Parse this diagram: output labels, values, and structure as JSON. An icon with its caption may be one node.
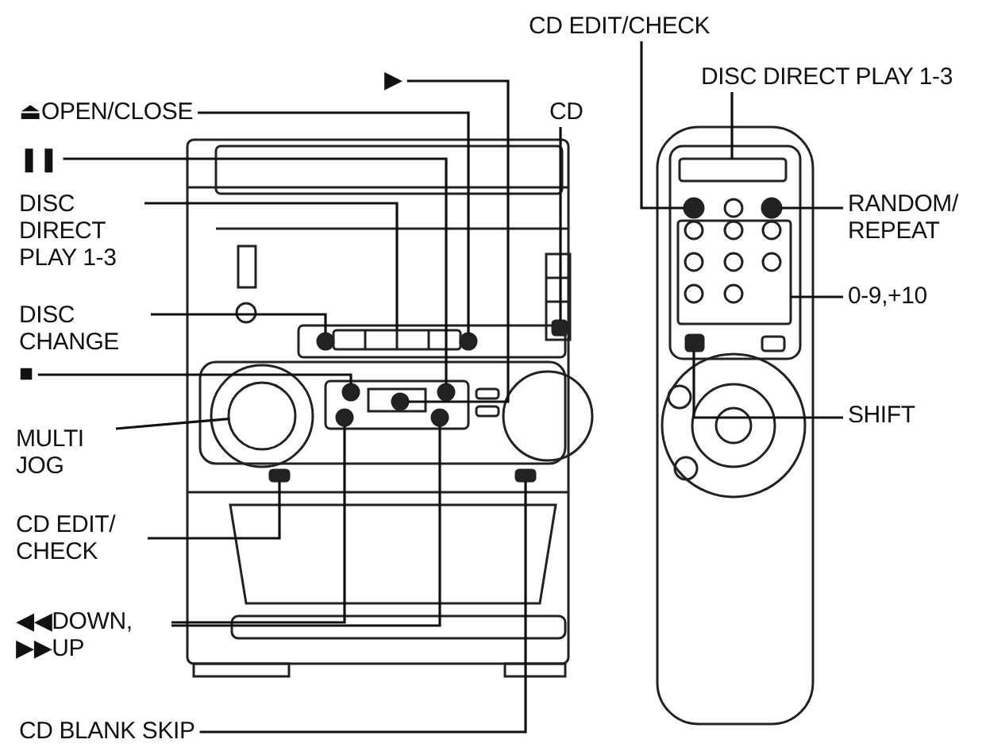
{
  "diagram": {
    "nodes": [
      {
        "text": [
          "⏏OPEN/CLOSE"
        ]
      },
      {
        "text": [
          "▶"
        ]
      },
      {
        "text": [
          "❚❚"
        ]
      },
      {
        "text": [
          "DISC DIRECT PLAY 1-3"
        ]
      },
      {
        "text": [
          "DISC CHANGE"
        ]
      },
      {
        "text": [
          "■"
        ]
      },
      {
        "text": [
          "MULTI JOG"
        ]
      },
      {
        "text": [
          "CD EDIT/ CHECK"
        ]
      },
      {
        "text": [
          "◀◀DOWN, ▶▶UP"
        ]
      },
      {
        "text": [
          "CD BLANK SKIP"
        ]
      },
      {
        "text": [
          "CD"
        ]
      },
      {
        "text": [
          "CD EDIT/CHECK"
        ]
      },
      {
        "text": [
          "DISC DIRECT PLAY 1-3"
        ]
      },
      {
        "text": [
          "RANDOM/ REPEAT"
        ]
      },
      {
        "text": [
          "0-9,+10"
        ]
      },
      {
        "text": [
          "SHIFT"
        ]
      },
      {
        "text": [],
        "shape": "circle"
      },
      {
        "text": [],
        "shape": "circle"
      },
      {
        "text": [],
        "shape": "circle"
      },
      {
        "text": [],
        "shape": "box"
      },
      {
        "text": [],
        "shape": "circle"
      },
      {
        "text": [],
        "shape": "circle"
      },
      {
        "text": [],
        "shape": "circle"
      },
      {
        "text": [],
        "shape": "box"
      },
      {
        "text": [],
        "shape": "circle"
      },
      {
        "text": [],
        "shape": "circle"
      },
      {
        "text": [],
        "shape": "box"
      },
      {
        "text": [],
        "shape": "box"
      },
      {
        "text": [],
        "shape": "circle"
      },
      {
        "text": [],
        "shape": "box"
      },
      {
        "text": [],
        "shape": "circle"
      },
      {
        "text": [],
        "shape": "box"
      },
      {
        "text": [],
        "shape": "box"
      }
    ],
    "edges": [
      {
        "from": 0,
        "to": 16,
        "arrow": "none"
      },
      {
        "from": 1,
        "to": 17,
        "arrow": "none"
      },
      {
        "from": 2,
        "to": 18,
        "arrow": "none"
      },
      {
        "from": 3,
        "to": 19,
        "arrow": "none"
      },
      {
        "from": 4,
        "to": 20,
        "arrow": "none"
      },
      {
        "from": 5,
        "to": 21,
        "arrow": "none"
      },
      {
        "from": 6,
        "to": 22,
        "arrow": "none"
      },
      {
        "from": 7,
        "to": 23,
        "arrow": "none"
      },
      {
        "from": 8,
        "to": 24,
        "arrow": "none"
      },
      {
        "from": 8,
        "to": 25,
        "arrow": "none"
      },
      {
        "from": 9,
        "to": 26,
        "arrow": "none"
      },
      {
        "from": 10,
        "to": 27,
        "arrow": "none"
      },
      {
        "from": 11,
        "to": 28,
        "arrow": "none"
      },
      {
        "from": 12,
        "to": 29,
        "arrow": "none"
      },
      {
        "from": 13,
        "to": 30,
        "arrow": "none"
      },
      {
        "from": 14,
        "to": 31,
        "arrow": "none"
      },
      {
        "from": 15,
        "to": 32,
        "arrow": "none"
      }
    ]
  }
}
